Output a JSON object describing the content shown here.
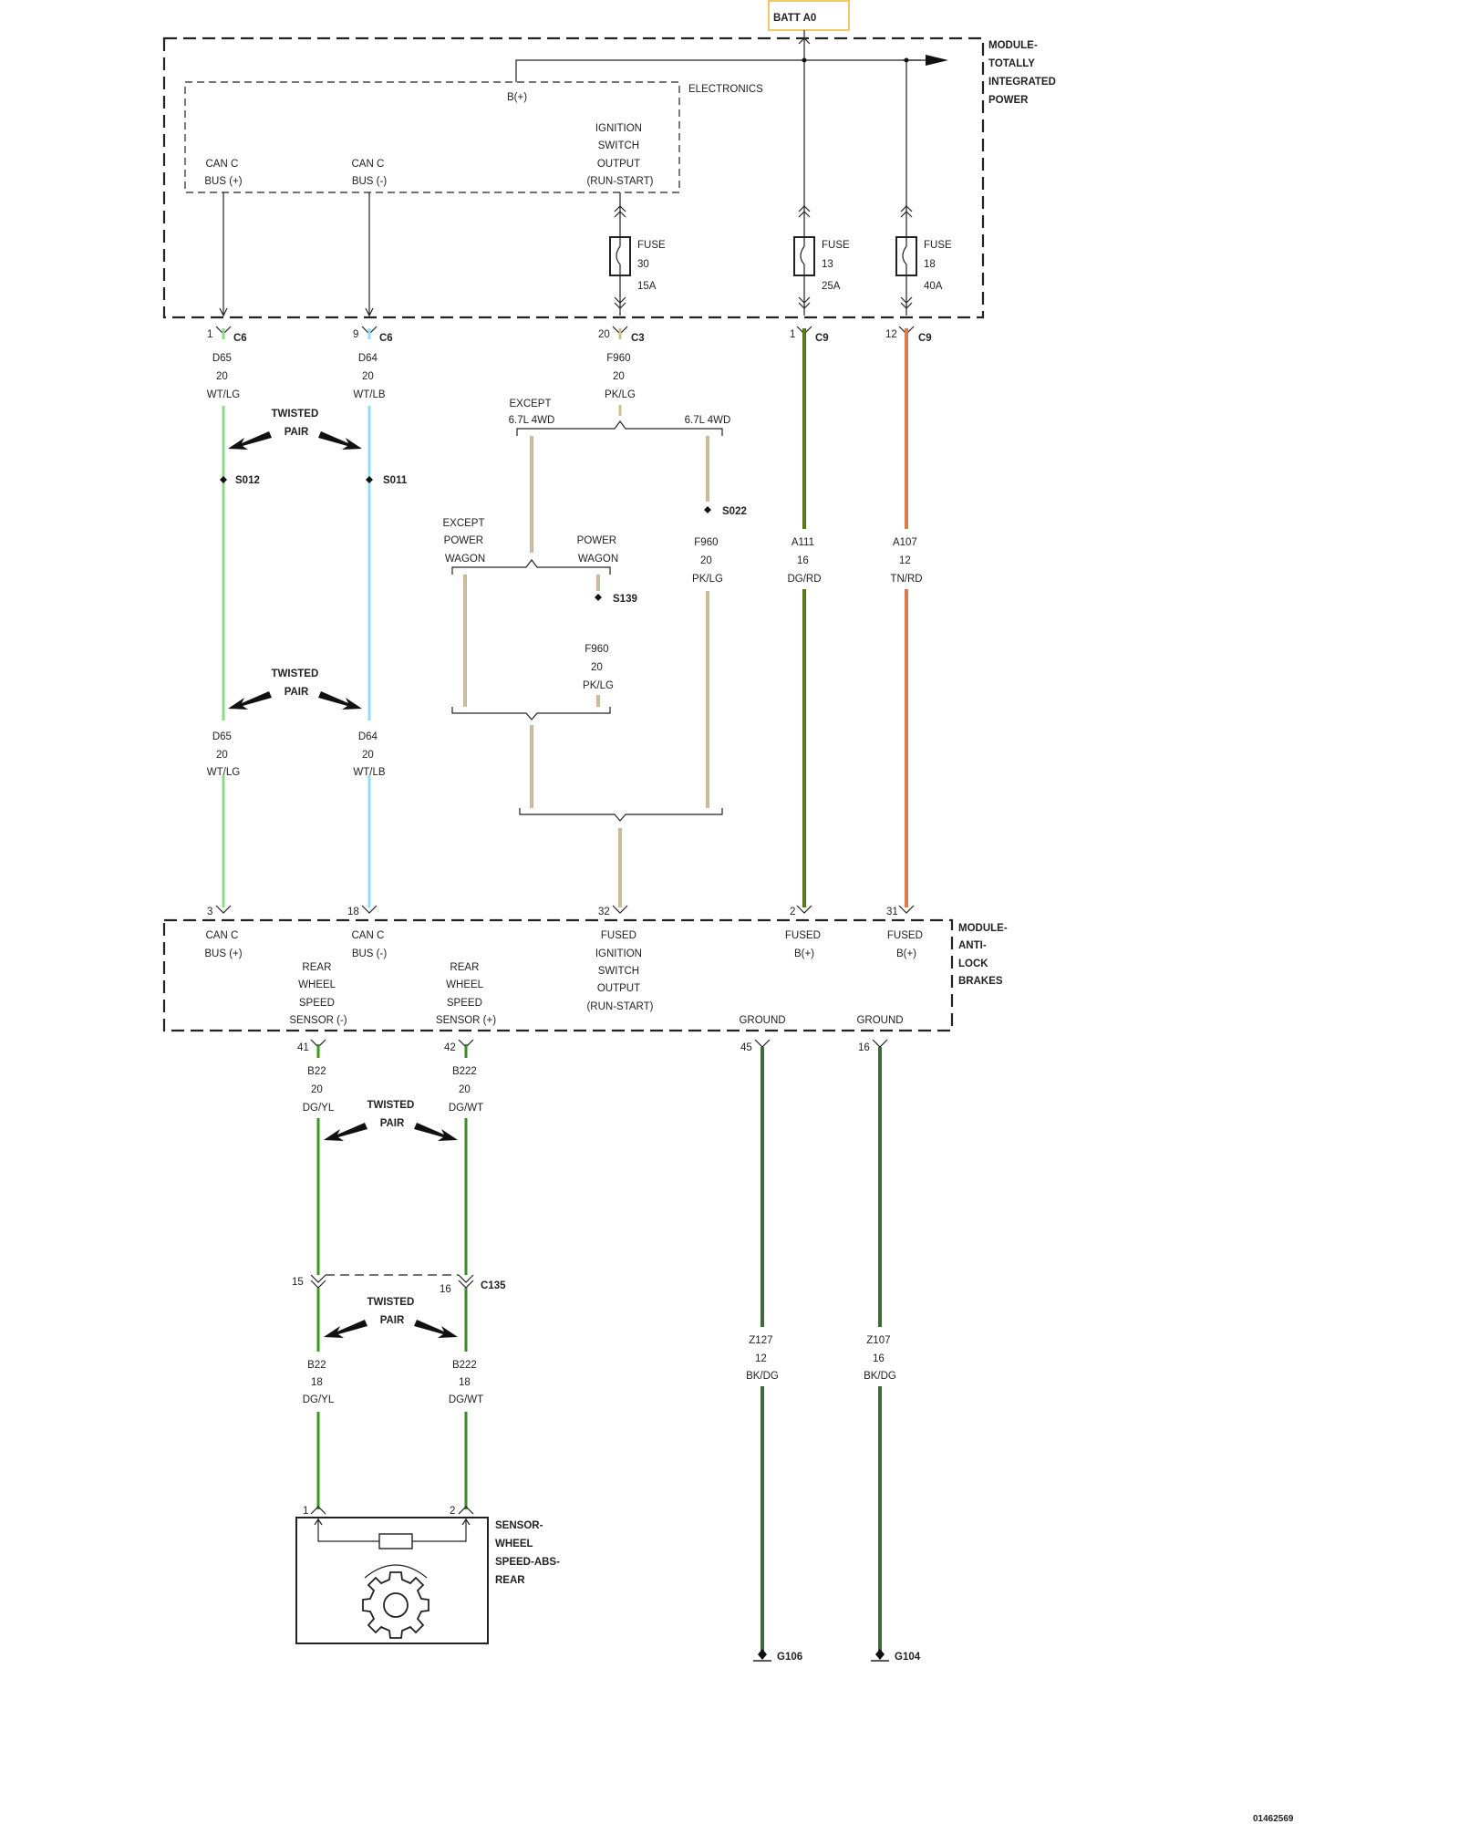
{
  "colors": {
    "WT_LG": "#8fd88a",
    "WT_LB": "#8fdff0",
    "PK_LG": "#d9a8a0",
    "PK_LG_stripe": "#a9d88f",
    "DG_RD": "#4a6a12",
    "DG_RD_stripe": "#6c8a1a",
    "TN_RD": "#d97b4a",
    "DG_YL": "#3a9a1a",
    "DG_WT": "#3a8a2a",
    "BK_DG": "#3e6a3e",
    "batt_box": "#f2c96a"
  },
  "labels": {
    "batt": "BATT A0",
    "tipm_name": [
      "MODULE-",
      "TOTALLY",
      "INTEGRATED",
      "POWER"
    ],
    "electronics": "ELECTRONICS",
    "bplus": "B(+)",
    "canc_pos": [
      "CAN C",
      "BUS (+)"
    ],
    "canc_neg": [
      "CAN C",
      "BUS (-)"
    ],
    "ign_out": [
      "IGNITION",
      "SWITCH",
      "OUTPUT",
      "(RUN-START)"
    ],
    "fuse30": [
      "FUSE",
      "30",
      "15A"
    ],
    "fuse13": [
      "FUSE",
      "13",
      "25A"
    ],
    "fuse18": [
      "FUSE",
      "18",
      "40A"
    ],
    "pin_d65": "1",
    "conn_c6a": "C6",
    "pin_d64": "9",
    "conn_c6b": "C6",
    "pin_f960": "20",
    "conn_c3": "C3",
    "pin_a111": "1",
    "conn_c9a": "C9",
    "pin_a107": "12",
    "conn_c9b": "C9",
    "wire_d65": [
      "D65",
      "20",
      "WT/LG"
    ],
    "wire_d64": [
      "D64",
      "20",
      "WT/LB"
    ],
    "wire_f960": [
      "F960",
      "20",
      "PK/LG"
    ],
    "twisted1": [
      "TWISTED",
      "PAIR"
    ],
    "splice_s012": "S012",
    "splice_s011": "S011",
    "except_67": [
      "EXCEPT",
      "6.7L 4WD"
    ],
    "only_67": "6.7L 4WD",
    "except_pw": [
      "EXCEPT",
      "POWER",
      "WAGON"
    ],
    "power_wagon": [
      "POWER",
      "WAGON"
    ],
    "splice_s022": "S022",
    "splice_s139": "S139",
    "wire_f960_b": [
      "F960",
      "20",
      "PK/LG"
    ],
    "wire_f960_c": [
      "F960",
      "20",
      "PK/LG"
    ],
    "wire_a111": [
      "A111",
      "16",
      "DG/RD"
    ],
    "wire_a107": [
      "A107",
      "12",
      "TN/RD"
    ],
    "twisted2": [
      "TWISTED",
      "PAIR"
    ],
    "wire_d65_b": [
      "D65",
      "20",
      "WT/LG"
    ],
    "wire_d64_b": [
      "D64",
      "20",
      "WT/LB"
    ],
    "abs_pins": [
      "3",
      "18",
      "32",
      "2",
      "31"
    ],
    "abs_name": [
      "MODULE-",
      "ANTI-",
      "LOCK",
      "BRAKES"
    ],
    "abs_canc_pos": [
      "CAN C",
      "BUS (+)"
    ],
    "abs_canc_neg": [
      "CAN C",
      "BUS (-)"
    ],
    "abs_ign": [
      "FUSED",
      "IGNITION",
      "SWITCH",
      "OUTPUT",
      "(RUN-START)"
    ],
    "abs_fb1": [
      "FUSED",
      "B(+)"
    ],
    "abs_fb2": [
      "FUSED",
      "B(+)"
    ],
    "rws_neg": [
      "REAR",
      "WHEEL",
      "SPEED",
      "SENSOR (-)"
    ],
    "rws_pos": [
      "REAR",
      "WHEEL",
      "SPEED",
      "SENSOR (+)"
    ],
    "ground1": "GROUND",
    "ground2": "GROUND",
    "abs_out_pins": [
      "41",
      "42",
      "45",
      "16"
    ],
    "wire_b22": [
      "B22",
      "20",
      "DG/YL"
    ],
    "wire_b222": [
      "B222",
      "20",
      "DG/WT"
    ],
    "twisted3": [
      "TWISTED",
      "PAIR"
    ],
    "c135_pins": [
      "15",
      "16"
    ],
    "conn_c135": "C135",
    "twisted4": [
      "TWISTED",
      "PAIR"
    ],
    "wire_b22_b": [
      "B22",
      "18",
      "DG/YL"
    ],
    "wire_b222_b": [
      "B222",
      "18",
      "DG/WT"
    ],
    "wire_z127": [
      "Z127",
      "12",
      "BK/DG"
    ],
    "wire_z107": [
      "Z107",
      "16",
      "BK/DG"
    ],
    "sensor_pins": [
      "1",
      "2"
    ],
    "sensor_name": [
      "SENSOR-",
      "WHEEL",
      "SPEED-ABS-",
      "REAR"
    ],
    "ground_g106": "G106",
    "ground_g104": "G104",
    "doc_id": "01462569"
  }
}
